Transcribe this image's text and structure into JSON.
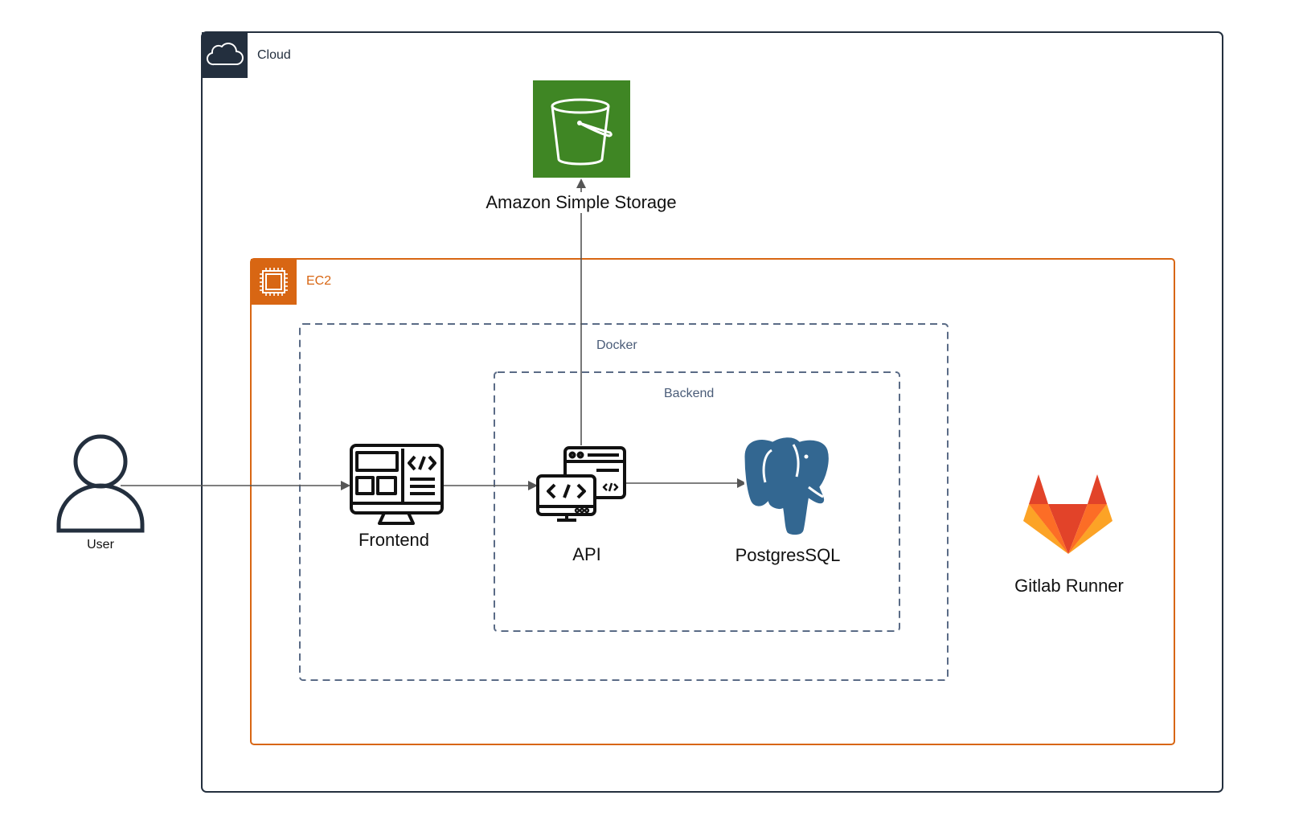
{
  "colors": {
    "cloud_border": "#232F3E",
    "cloud_header": "#232F3E",
    "ec2_accent": "#D86613",
    "docker_border": "#5A6B86",
    "s3_fill": "#3F8624",
    "postgres_blue": "#336791",
    "gitlab_orange": "#FC6D26",
    "gitlab_red": "#E24329",
    "gitlab_yellow": "#FCA326",
    "edge": "#555555"
  },
  "groups": {
    "cloud": {
      "label": "Cloud",
      "icon": "cloud-icon"
    },
    "ec2": {
      "label": "EC2",
      "icon": "chip-icon"
    },
    "docker": {
      "label": "Docker"
    },
    "backend": {
      "label": "Backend"
    }
  },
  "nodes": {
    "user": {
      "label": "User",
      "icon": "user-icon"
    },
    "s3": {
      "label": "Amazon Simple Storage",
      "icon": "bucket-icon"
    },
    "frontend": {
      "label": "Frontend",
      "icon": "monitor-code-icon"
    },
    "api": {
      "label": "API",
      "icon": "api-code-icon"
    },
    "postgres": {
      "label": "PostgresSQL",
      "icon": "elephant-icon"
    },
    "gitlab": {
      "label": "Gitlab Runner",
      "icon": "gitlab-fox-icon"
    }
  },
  "edges": [
    {
      "from": "user",
      "to": "frontend"
    },
    {
      "from": "frontend",
      "to": "api"
    },
    {
      "from": "api",
      "to": "postgres"
    },
    {
      "from": "api",
      "to": "s3"
    }
  ]
}
